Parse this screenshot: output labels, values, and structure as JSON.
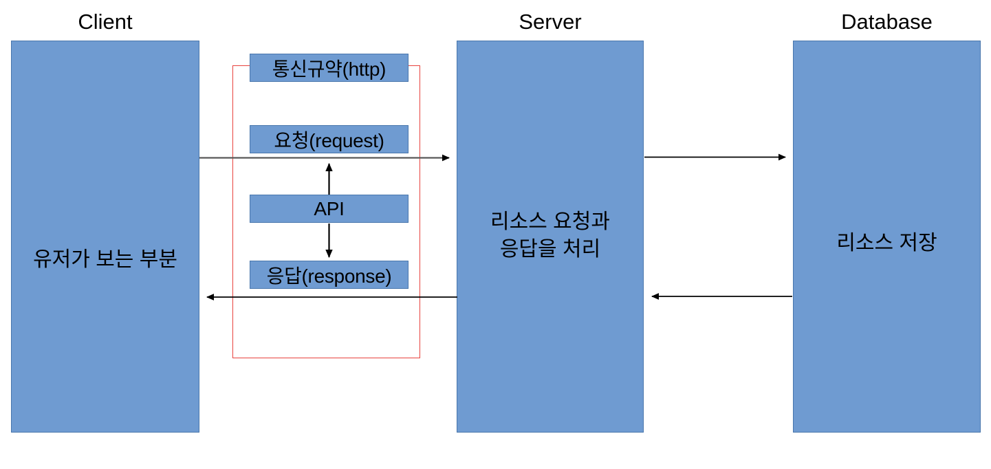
{
  "diagram": {
    "title": "Client - Server - Database request/response flow",
    "background_color": "#ffffff",
    "box_fill_color": "#6F9BD1",
    "box_border_color": "#4876AC",
    "group_border_color": "#E8413C",
    "arrow_color_request": "#595959",
    "arrow_color_default": "#000000"
  },
  "captions": {
    "client": "Client",
    "server": "Server",
    "database": "Database"
  },
  "pillars": {
    "client": "유저가 보는 부분",
    "server": "리소스 요청과\n응답을 처리",
    "database": "리소스 저장"
  },
  "chips": {
    "http": "통신규약(http)",
    "request": "요청(request)",
    "api": "API",
    "response": "응답(response)"
  },
  "connectors": [
    {
      "name": "client-to-server-request",
      "from": "Client",
      "to": "Server",
      "direction": "right",
      "color": "#595959"
    },
    {
      "name": "server-to-database-request",
      "from": "Server",
      "to": "Database",
      "direction": "right",
      "color": "#000000"
    },
    {
      "name": "server-to-client-response",
      "from": "Server",
      "to": "Client",
      "direction": "left",
      "color": "#000000"
    },
    {
      "name": "database-to-server-response",
      "from": "Database",
      "to": "Server",
      "direction": "left",
      "color": "#000000"
    },
    {
      "name": "api-to-request-arrow",
      "from": "API",
      "to": "요청(request)",
      "direction": "up",
      "color": "#000000"
    },
    {
      "name": "api-to-response-arrow",
      "from": "API",
      "to": "응답(response)",
      "direction": "down",
      "color": "#000000"
    }
  ]
}
